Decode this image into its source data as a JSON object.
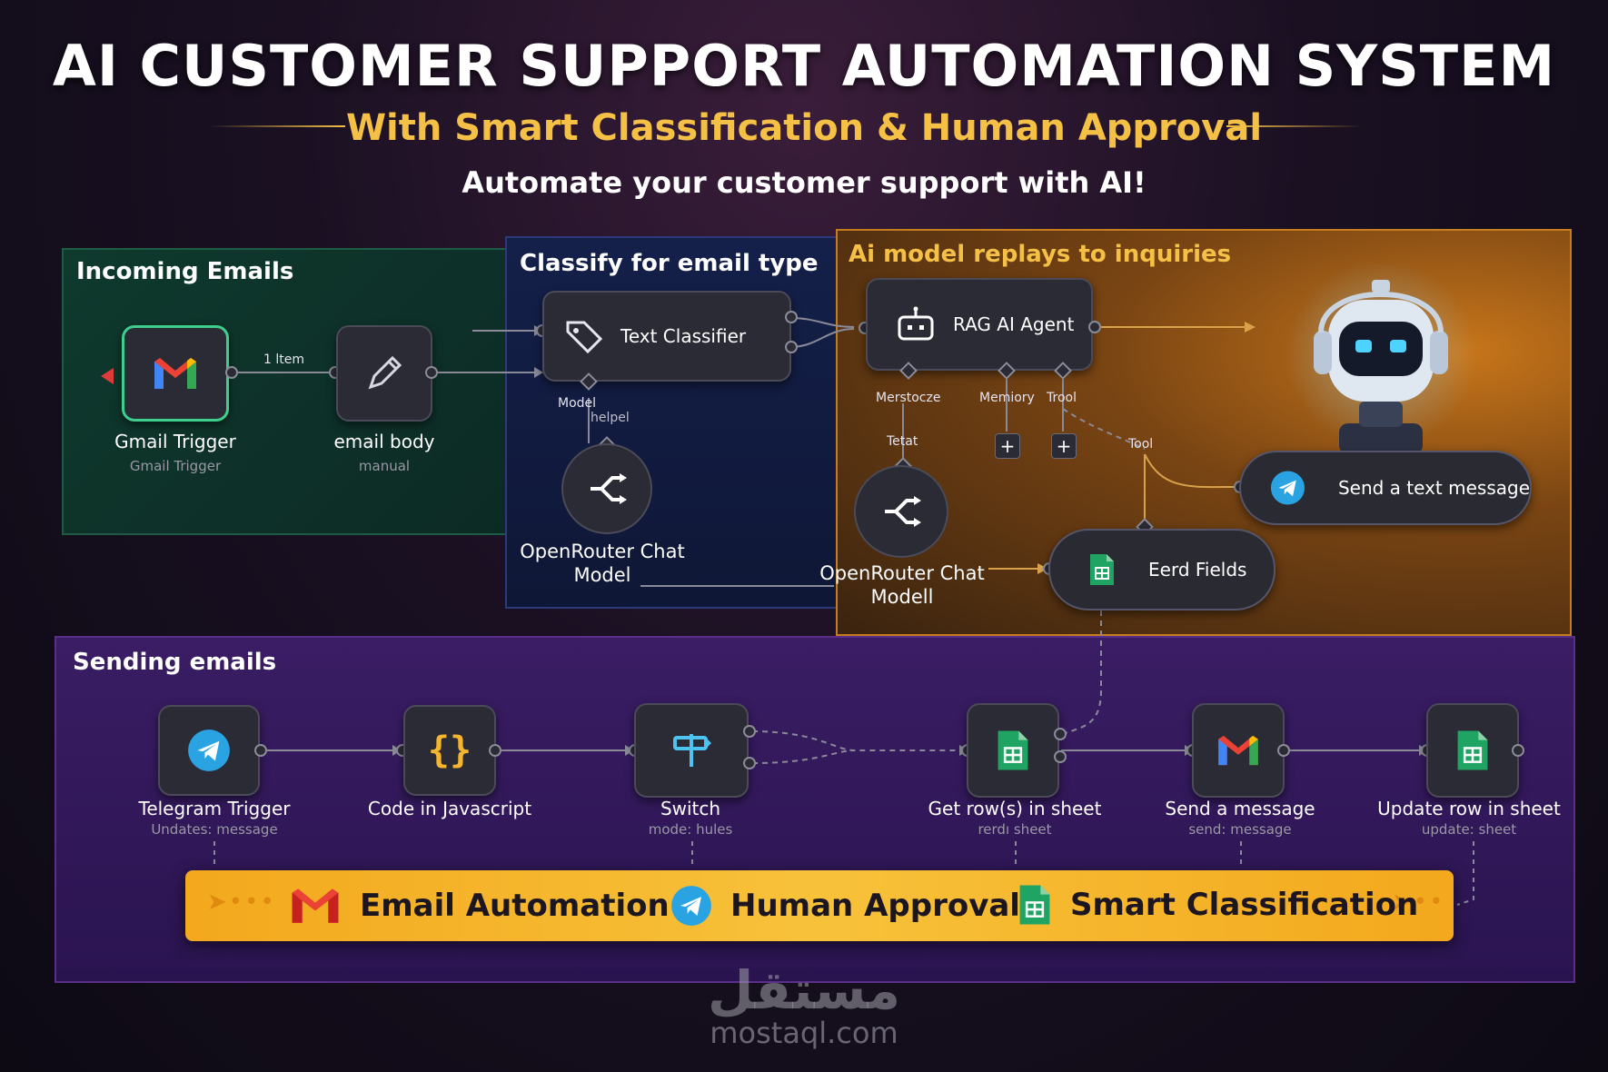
{
  "header": {
    "title": "AI CUSTOMER SUPPORT AUTOMATION SYSTEM",
    "subtitle": "With Smart Classification & Human Approval",
    "tagline": "Automate your customer support with AI!"
  },
  "incoming": {
    "title": "Incoming Emails",
    "gmail_trigger": {
      "label": "Gmail Trigger",
      "sub": "Gmail Trigger"
    },
    "edge_label": "1 ltem",
    "email_body": {
      "label": "email body",
      "sub": "manual"
    }
  },
  "classify": {
    "title": "Classify for email type",
    "text_classifier": "Text Classifier",
    "model_port": "Model",
    "model_sub": "helpel",
    "openrouter": "OpenRouter Chat Model"
  },
  "ai": {
    "title": "Ai model replays to inquiries",
    "rag_agent": "RAG AI Agent",
    "port_model": "Merstocze",
    "port_memory": "Memiory",
    "port_tool": "Trool",
    "text_port": "Tetat",
    "tool_label": "Tool",
    "openrouter": "OpenRouter Chat Modell",
    "send_text": "Send a text message",
    "erd_fields": "Eerd Fields"
  },
  "sending": {
    "title": "Sending emails",
    "nodes": [
      {
        "label": "Telegram Trigger",
        "sub": "Undates: message",
        "icon": "telegram-icon"
      },
      {
        "label": "Code in Javascript",
        "sub": "",
        "icon": "code-braces-icon"
      },
      {
        "label": "Switch",
        "sub": "mode: hules",
        "icon": "switch-icon"
      },
      {
        "label": "Get row(s) in sheet",
        "sub": "rerdı sheet",
        "icon": "google-sheets-icon"
      },
      {
        "label": "Send a message",
        "sub": "send: message",
        "icon": "gmail-icon"
      },
      {
        "label": "Update row in sheet",
        "sub": "update: sheet",
        "icon": "google-sheets-icon"
      }
    ]
  },
  "banner": {
    "items": [
      {
        "label": "Email Automation",
        "icon": "gmail-icon"
      },
      {
        "label": "Human Approval",
        "icon": "telegram-icon"
      },
      {
        "label": "Smart Classification",
        "icon": "google-sheets-icon"
      }
    ]
  },
  "watermark": {
    "arabic": "مستقل",
    "latin": "mostaql.com"
  },
  "colors": {
    "accent_gold": "#f5c046",
    "incoming_border": "#1f5a44",
    "classify_border": "#2c3a7a",
    "ai_border": "#c67d1e",
    "sending_border": "#5a2f8a",
    "gmail_red": "#ea4335",
    "telegram_blue": "#2aa3e3",
    "sheets_green": "#1fa463"
  }
}
